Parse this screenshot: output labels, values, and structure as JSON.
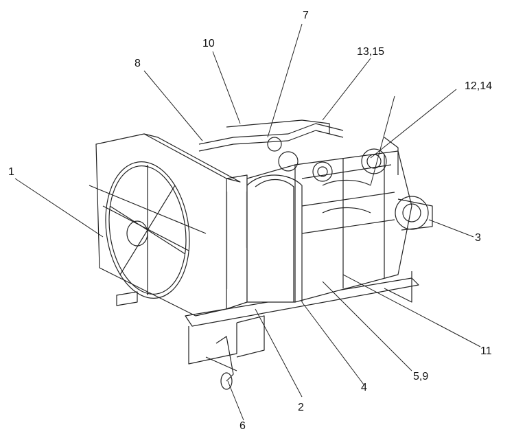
{
  "callouts": [
    {
      "id": "c1",
      "label": "1"
    },
    {
      "id": "c2",
      "label": "2"
    },
    {
      "id": "c3",
      "label": "3"
    },
    {
      "id": "c4",
      "label": "4"
    },
    {
      "id": "c5",
      "label": "5,9"
    },
    {
      "id": "c6",
      "label": "6"
    },
    {
      "id": "c7",
      "label": "7"
    },
    {
      "id": "c8",
      "label": "8"
    },
    {
      "id": "c10",
      "label": "10"
    },
    {
      "id": "c11",
      "label": "11"
    },
    {
      "id": "c12",
      "label": "12,14"
    },
    {
      "id": "c13",
      "label": "13,15"
    }
  ],
  "colors": {
    "line": "#222222",
    "fill": "#ffffff",
    "watermark": "#d8d8d8"
  }
}
